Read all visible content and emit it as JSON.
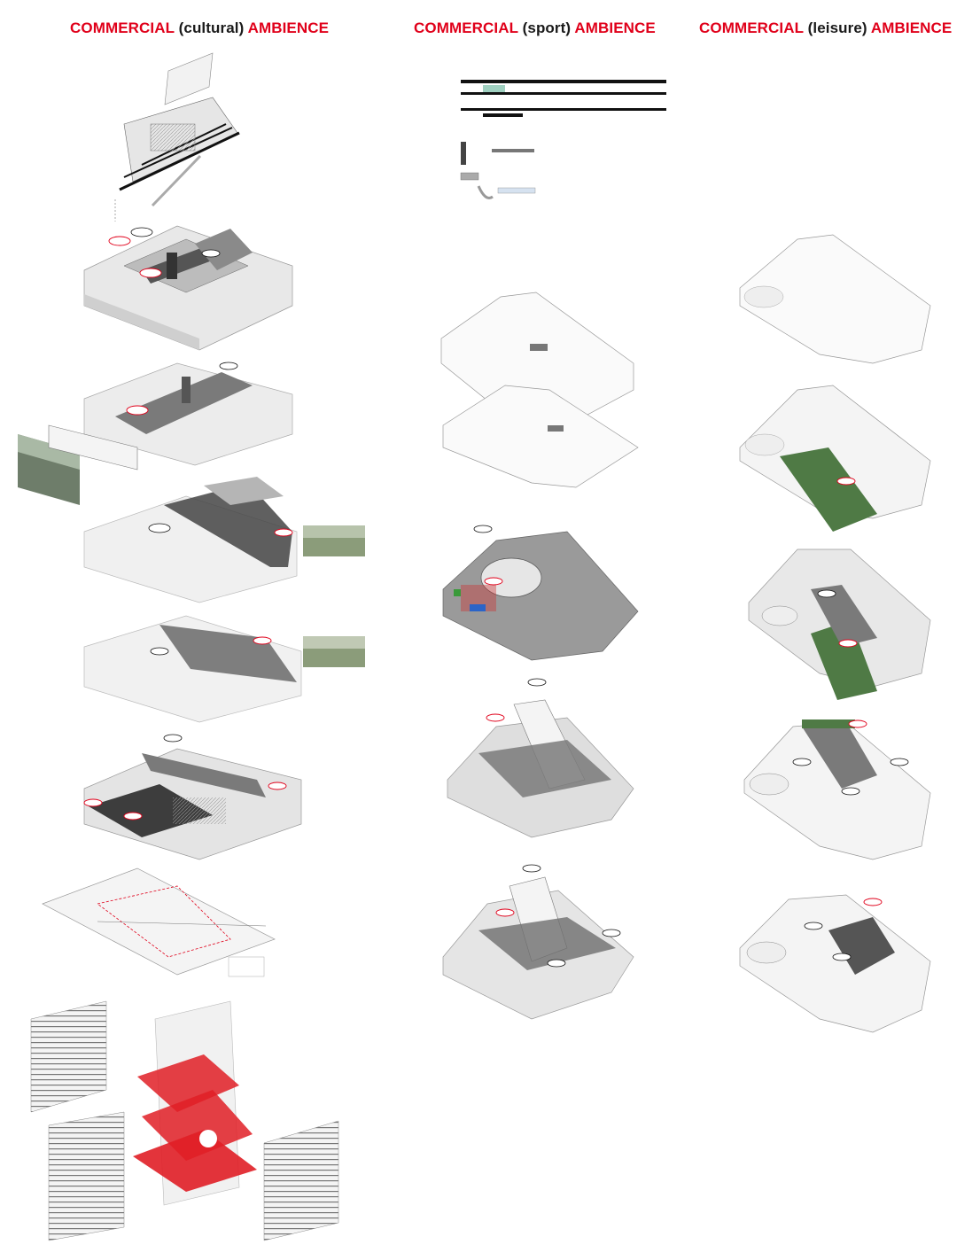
{
  "columns": [
    {
      "id": "cultural",
      "prefix": "COMMERCIAL",
      "qualifier": "(cultural)",
      "suffix": "AMBIENCE"
    },
    {
      "id": "sport",
      "prefix": "COMMERCIAL",
      "qualifier": "(sport)",
      "suffix": "AMBIENCE"
    },
    {
      "id": "leisure",
      "prefix": "COMMERCIAL",
      "qualifier": "(leisure)",
      "suffix": "AMBIENCE"
    }
  ],
  "colors": {
    "accent": "#e0001a",
    "heading_dark": "#1a1a1a",
    "slab_light": "#ebebeb",
    "slab_mid": "#bdbdbd",
    "slab_dark": "#6e6e6e",
    "green_park": "#4f7a45",
    "red_volume": "#e01e26"
  },
  "icons": {
    "tag_bubble": "ellipse-tag-icon",
    "photo_thumb": "site-photo-icon"
  }
}
